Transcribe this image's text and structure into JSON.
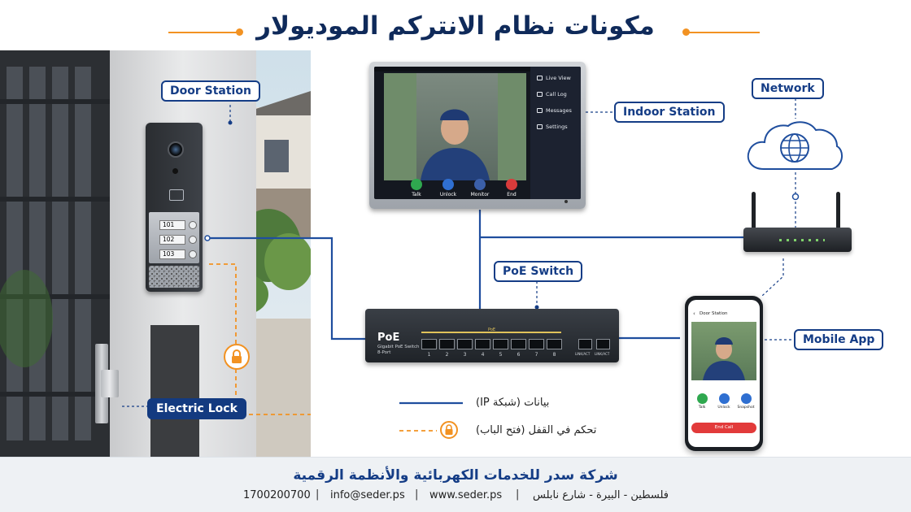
{
  "title": "مكونات نظام الانتركم الموديولار",
  "labels": {
    "door_station": "Door Station",
    "indoor_station": "Indoor Station",
    "network": "Network",
    "poe_switch": "PoE Switch",
    "mobile_app": "Mobile App",
    "electric_lock": "Electric Lock"
  },
  "door_panel": {
    "buttons": [
      "101",
      "102",
      "103"
    ]
  },
  "indoor_screen": {
    "menu": [
      "Live View",
      "Call Log",
      "Messages",
      "Settings"
    ],
    "controls": [
      {
        "label": "Talk",
        "color": "#2fa84f"
      },
      {
        "label": "Unlock",
        "color": "#2f6fd1"
      },
      {
        "label": "Monitor",
        "color": "#3b5fa8"
      },
      {
        "label": "End",
        "color": "#d83b3b"
      }
    ]
  },
  "switch": {
    "brand": "PoE",
    "subtitle": "Gigabit PoE Switch",
    "ports_label": "8-Port",
    "top_label": "PoE",
    "ports": [
      "1",
      "2",
      "3",
      "4",
      "5",
      "6",
      "7",
      "8"
    ],
    "uplinks": [
      "LINK/ACT",
      "LINK/ACT"
    ]
  },
  "phone": {
    "header": "Door Station",
    "actions": [
      {
        "label": "Talk",
        "color": "#2fa84f"
      },
      {
        "label": "Unlock",
        "color": "#2f6fd1"
      },
      {
        "label": "Snapshot",
        "color": "#2f6fd1"
      }
    ],
    "end_call": "End Call"
  },
  "legend": {
    "data": "بيانات (شبكة IP)",
    "lock": "تحكم في القفل (فتح الباب)"
  },
  "footer": {
    "company": "شركة سدر للخدمات الكهربائية والأنظمة الرقمية",
    "address": "فلسطين - البيرة - شارع نابلس",
    "website": "www.seder.ps",
    "email": "info@seder.ps",
    "phone": "1700200700",
    "separator": "|"
  },
  "colors": {
    "navy": "#153d86",
    "data_line": "#1f4e9e",
    "lock_line": "#f29222"
  }
}
